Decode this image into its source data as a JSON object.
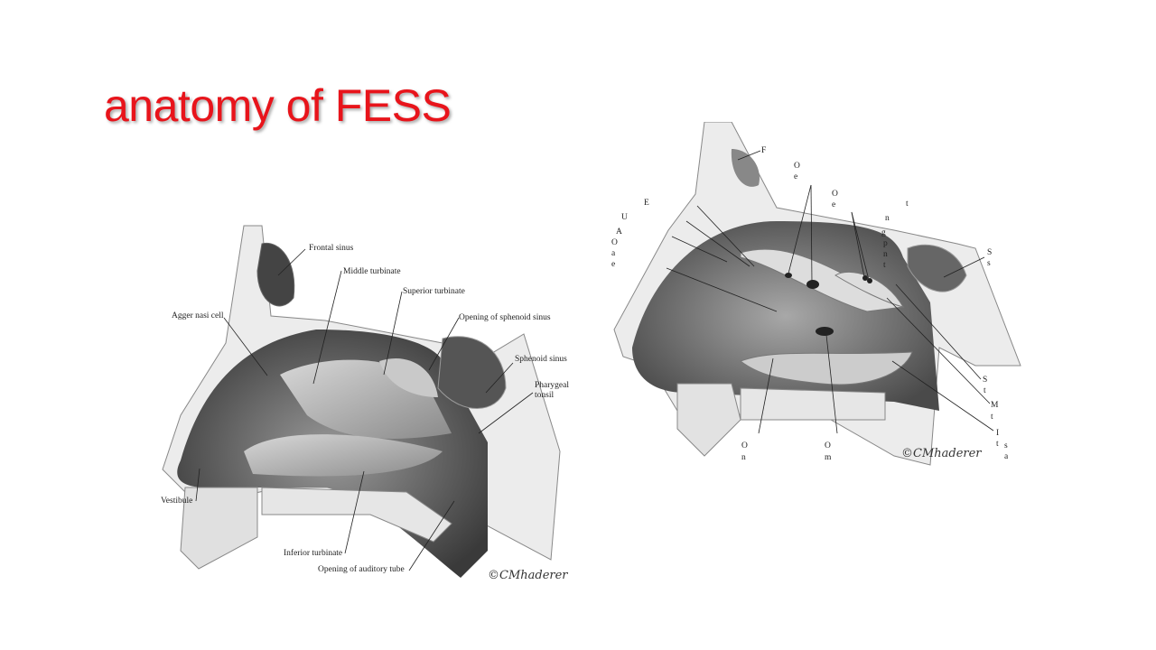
{
  "slide": {
    "title": "anatomy of FESS",
    "title_color": "#e8141b"
  },
  "left_figure": {
    "labels": {
      "frontal_sinus": "Frontal sinus",
      "middle_turbinate": "Middle turbinate",
      "superior_turbinate": "Superior turbinate",
      "agger_nasi_cell": "Agger nasi cell",
      "opening_sphenoid": "Opening of sphenoid sinus",
      "sphenoid_sinus": "Sphenoid sinus",
      "pharyngeal_tonsil_1": "Pharygeal",
      "pharyngeal_tonsil_2": "tonsil",
      "vestibule": "Vestibule",
      "inferior_turbinate": "Inferior turbinate",
      "opening_auditory": "Opening of auditory tube"
    },
    "signature": "©CMhaderer"
  },
  "right_figure": {
    "labels": [
      "F",
      "O",
      "e",
      "O",
      "e",
      "t",
      "E",
      "U",
      "A",
      "O",
      "a",
      "e",
      "n",
      "g",
      "p",
      "n",
      "t",
      "S",
      "s",
      "S",
      "t",
      "M",
      "t",
      "I",
      "t",
      "s",
      "a",
      "O",
      "n",
      "O",
      "m"
    ],
    "signature": "©CMhaderer"
  }
}
